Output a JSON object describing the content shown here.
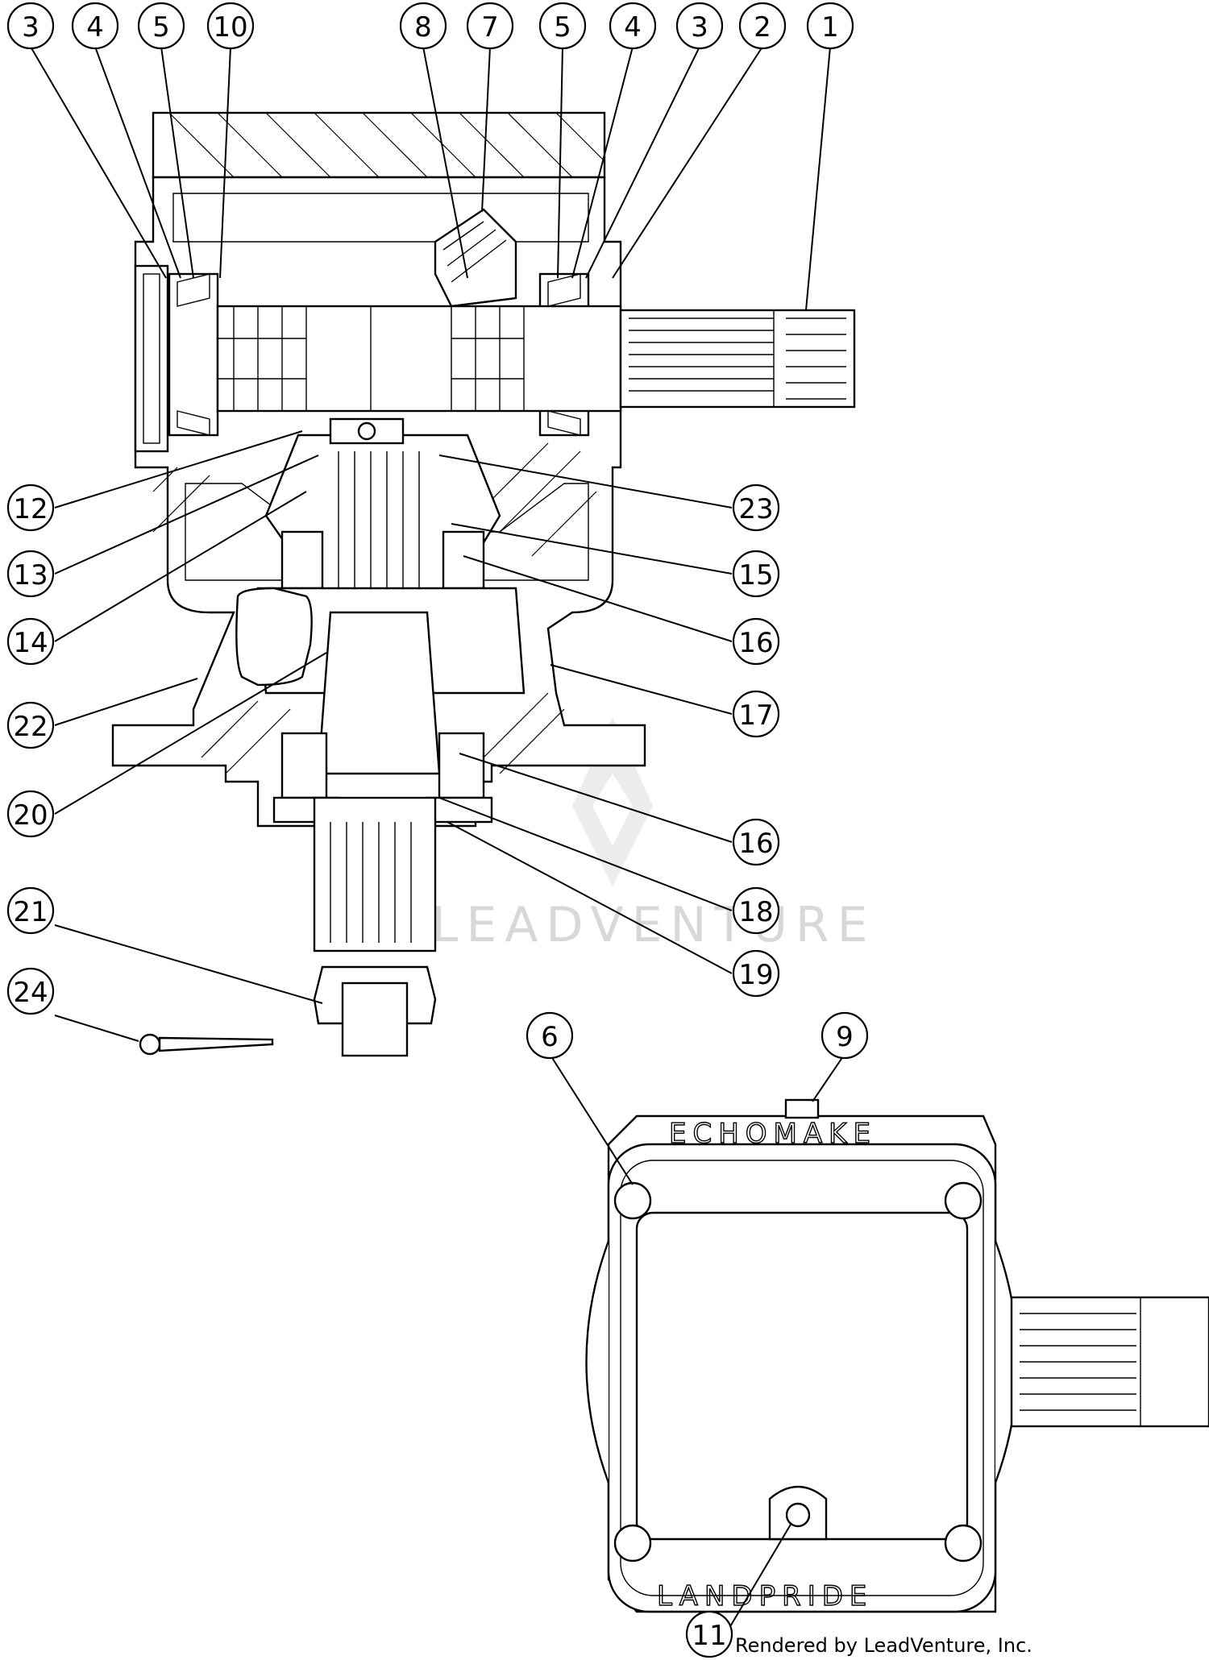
{
  "callouts": [
    {
      "label": "3"
    },
    {
      "label": "4"
    },
    {
      "label": "5"
    },
    {
      "label": "10"
    },
    {
      "label": "8"
    },
    {
      "label": "7"
    },
    {
      "label": "5"
    },
    {
      "label": "4"
    },
    {
      "label": "3"
    },
    {
      "label": "2"
    },
    {
      "label": "1"
    },
    {
      "label": "12"
    },
    {
      "label": "13"
    },
    {
      "label": "14"
    },
    {
      "label": "22"
    },
    {
      "label": "20"
    },
    {
      "label": "23"
    },
    {
      "label": "15"
    },
    {
      "label": "16"
    },
    {
      "label": "17"
    },
    {
      "label": "16"
    },
    {
      "label": "18"
    },
    {
      "label": "19"
    },
    {
      "label": "21"
    },
    {
      "label": "24"
    },
    {
      "label": "6"
    },
    {
      "label": "9"
    },
    {
      "label": "11"
    }
  ],
  "watermark": "LEADVENTURE",
  "brand_top": "ECHOMAKE",
  "brand_bottom": "LANDPRIDE",
  "footer": "Rendered by LeadVenture, Inc."
}
